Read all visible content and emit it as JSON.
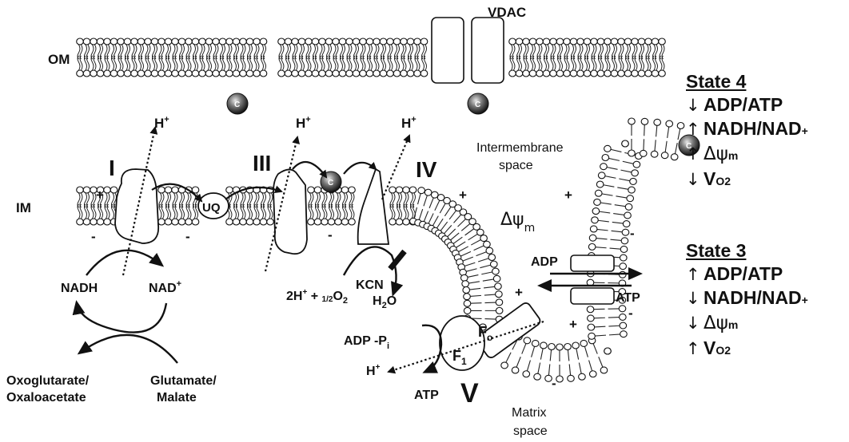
{
  "labels": {
    "om": "OM",
    "im": "IM",
    "vdac": "VDAC",
    "complex_i": "I",
    "complex_iii": "III",
    "complex_iv": "IV",
    "complex_v": "V",
    "uq": "UQ",
    "h_plus": "H",
    "h_plus_sup": "+",
    "nadh": "NADH",
    "nad": "NAD",
    "nad_sup": "+",
    "oxoglutarate": "Oxoglutarate/",
    "oxaloacetate": "Oxaloacetate",
    "glutamate": "Glutamate/",
    "malate": "Malate",
    "oxygen_reaction_a": "2H",
    "oxygen_reaction_b": " + ",
    "oxygen_reaction_half": "1/2",
    "oxygen_reaction_o2": "O",
    "oxygen_reaction_o2_sub": "2",
    "kcn": "KCN",
    "water_h": "H",
    "water_sub": "2",
    "water_o": "O",
    "adp": "ADP",
    "atp": "ATP",
    "adp_pi": "ADP -P",
    "pi_sub": "i",
    "f1": "F",
    "f1_sub": "1",
    "fo": "F",
    "fo_sub": "o",
    "intermembrane_1": "Intermembrane",
    "intermembrane_2": "space",
    "matrix_1": "Matrix",
    "matrix_2": "space",
    "delta_psi": "Δψ",
    "delta_psi_sub": "m",
    "cyt_c": "C",
    "plus": "+",
    "minus": "-"
  },
  "state4": {
    "title": "State 4",
    "rows": [
      {
        "arrow": "↓",
        "text": "ADP/ATP"
      },
      {
        "arrow": "↑",
        "text": "NADH/NAD",
        "sup": "+"
      },
      {
        "arrow": "↑",
        "psi": "Δψ",
        "sub": "m"
      },
      {
        "arrow": "↓",
        "text": "V",
        "sub": "O2"
      }
    ]
  },
  "state3": {
    "title": "State 3",
    "rows": [
      {
        "arrow": "↑",
        "text": "ADP/ATP"
      },
      {
        "arrow": "↓",
        "text": "NADH/NAD",
        "sup": "+"
      },
      {
        "arrow": "↓",
        "psi": "Δψ",
        "sub": "m"
      },
      {
        "arrow": "↑",
        "text": "V",
        "sub": "O2"
      }
    ]
  }
}
